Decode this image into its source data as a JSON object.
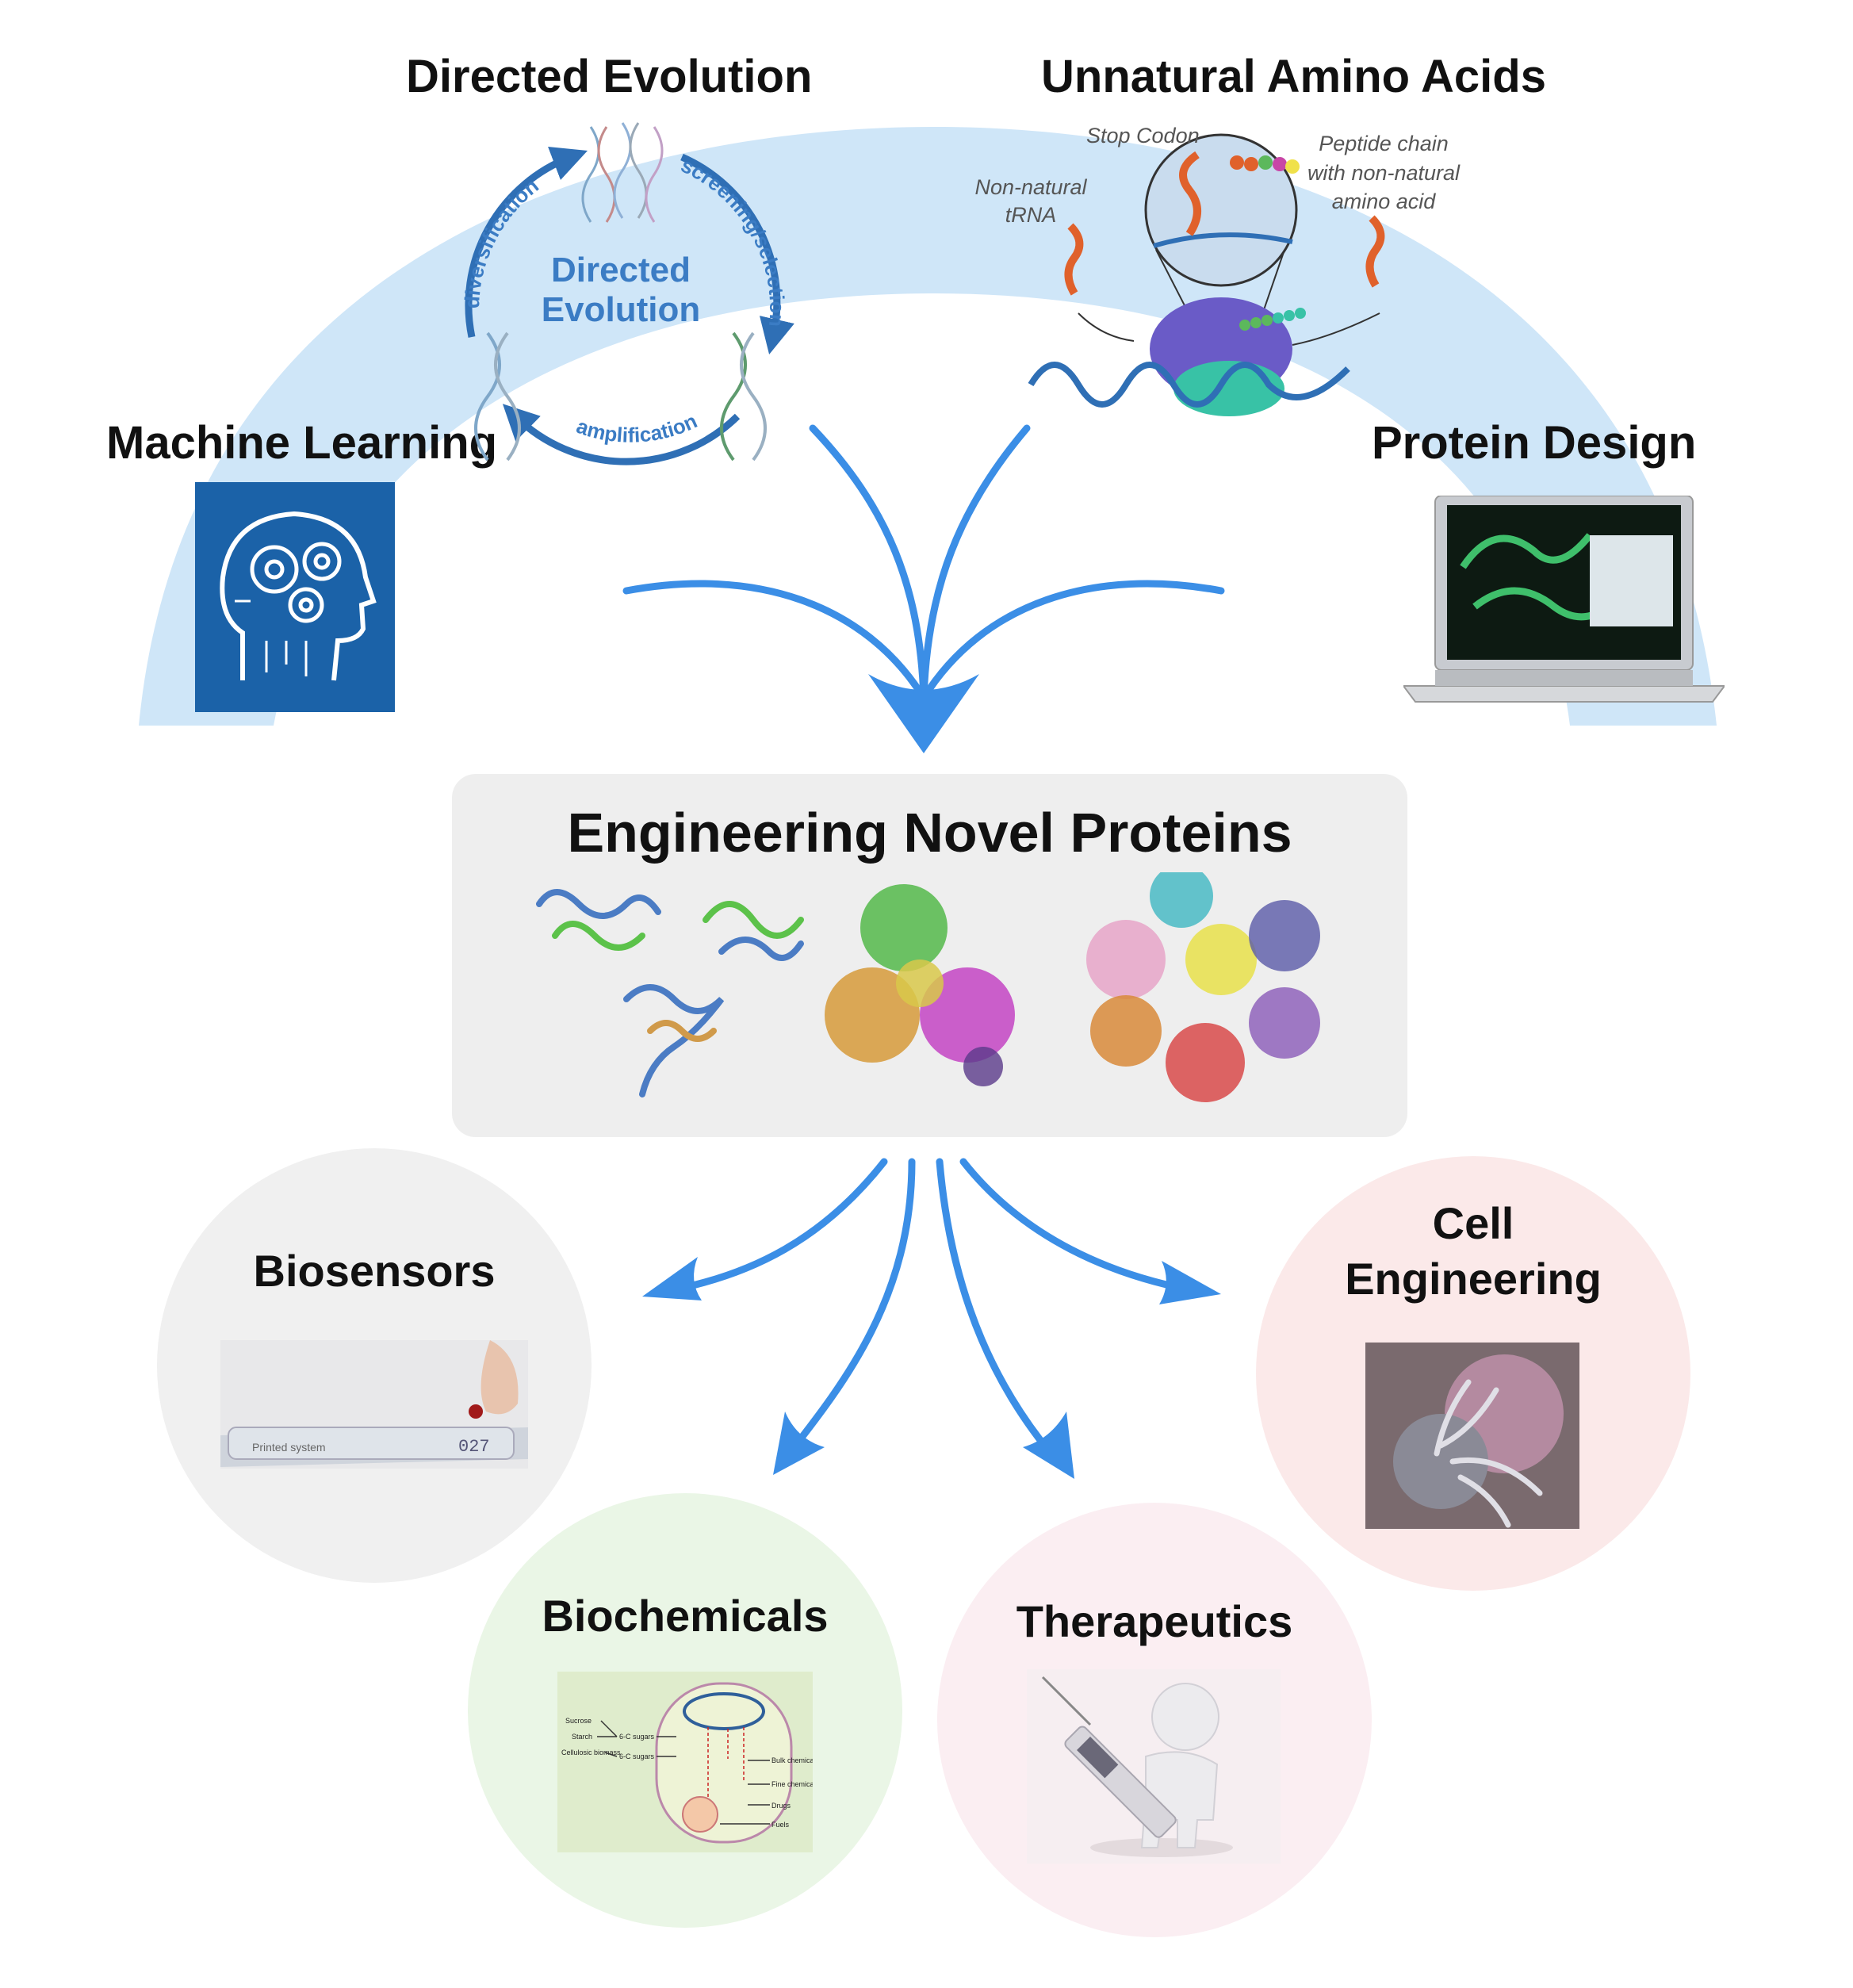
{
  "top": {
    "directed_evolution": {
      "heading": "Directed Evolution",
      "cycle_center": [
        "Directed",
        "Evolution"
      ],
      "steps": [
        "diversification",
        "screening/selection",
        "amplification"
      ]
    },
    "unnatural_amino_acids": {
      "heading": "Unnatural Amino Acids",
      "labels": {
        "stop_codon": "Stop Codon",
        "trna": [
          "Non-natural",
          "tRNA"
        ],
        "peptide": [
          "Peptide chain",
          "with non-natural",
          "amino acid"
        ]
      }
    },
    "machine_learning": {
      "heading": "Machine Learning"
    },
    "protein_design": {
      "heading": "Protein Design"
    }
  },
  "center": {
    "title": "Engineering Novel Proteins"
  },
  "applications": {
    "biosensors": {
      "title": "Biosensors",
      "device_text": "Printed system",
      "device_display": "027"
    },
    "biochemicals": {
      "title": "Biochemicals",
      "inputs": [
        "Sucrose",
        "Starch",
        "Cellulosic biomass"
      ],
      "sugars": "6-C sugars",
      "outputs": [
        "Bulk chemicals",
        "Fine chemicals",
        "Drugs",
        "Fuels"
      ]
    },
    "therapeutics": {
      "title": "Therapeutics"
    },
    "cell_engineering": {
      "title": [
        "Cell",
        "Engineering"
      ]
    }
  },
  "colors": {
    "arc": "#cfe6f8",
    "arrow": "#3b8ee6",
    "cycle": "#2f6fb5",
    "box": "#eeeeee",
    "biosensors_bg": "#f0f0f0",
    "biochemicals_bg": "#eaf6e6",
    "therapeutics_bg": "#fbeef2",
    "cell_bg": "#fbe9e9"
  }
}
